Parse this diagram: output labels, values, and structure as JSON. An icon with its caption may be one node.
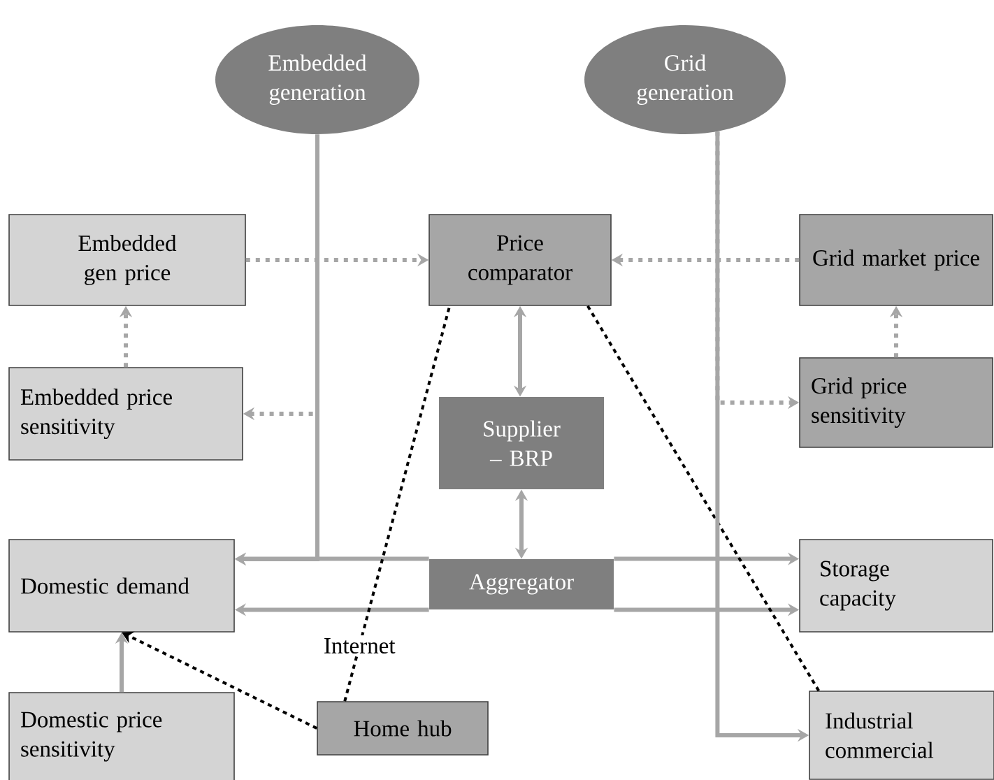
{
  "diagram": {
    "nodes": [
      {
        "text": [
          "Embedded generation"
        ]
      },
      {
        "text": [
          "Grid generation"
        ]
      },
      {
        "text": [
          "Embedded gen price"
        ]
      },
      {
        "text": [
          "Price comparator"
        ]
      },
      {
        "text": [
          "Grid market price"
        ]
      },
      {
        "text": [
          "Embedded price sensitivity"
        ]
      },
      {
        "text": [
          "Supplier – BRP"
        ]
      },
      {
        "text": [
          "Grid price sensitivity"
        ]
      },
      {
        "text": [
          "Domestic demand"
        ]
      },
      {
        "text": [
          "Aggregator"
        ]
      },
      {
        "text": [
          "Storage capacity"
        ]
      },
      {
        "text": [
          "Domestic price sensitivity"
        ]
      },
      {
        "text": [
          "Home hub"
        ]
      },
      {
        "text": [
          "Industrial commercial"
        ]
      }
    ],
    "edges": [
      {
        "from": 2,
        "to": 3,
        "arrow": "to",
        "style": "dashed"
      },
      {
        "from": 4,
        "to": 3,
        "arrow": "to",
        "style": "dashed"
      },
      {
        "from": 5,
        "to": 2,
        "arrow": "to",
        "style": "dashed"
      },
      {
        "from": 7,
        "to": 4,
        "arrow": "to",
        "style": "dashed"
      },
      {
        "from": 0,
        "to": 5,
        "arrow": "to",
        "style": "dashed"
      },
      {
        "from": 1,
        "to": 7,
        "arrow": "to",
        "style": "dashed"
      },
      {
        "from": 3,
        "to": 6,
        "arrow": "both"
      },
      {
        "from": 6,
        "to": 9,
        "arrow": "both"
      },
      {
        "from": 9,
        "to": 8,
        "arrow": "to"
      },
      {
        "from": 9,
        "to": 10,
        "arrow": "to"
      },
      {
        "from": 9,
        "to": 10,
        "arrow": "to"
      },
      {
        "from": 9,
        "to": 8,
        "arrow": "to"
      },
      {
        "from": 0,
        "to": 8,
        "arrow": "to"
      },
      {
        "from": 11,
        "to": 8,
        "arrow": "to"
      },
      {
        "from": 12,
        "to": 8,
        "arrow": "to",
        "style": "dashed",
        "color": "#000000"
      },
      {
        "from": 12,
        "to": 3,
        "arrow": "none",
        "style": "dashed",
        "color": "#000000",
        "label": "Internet"
      },
      {
        "from": 3,
        "to": 13,
        "arrow": "none",
        "style": "dashed",
        "color": "#000000"
      },
      {
        "from": 1,
        "to": 13,
        "arrow": "to"
      }
    ]
  }
}
